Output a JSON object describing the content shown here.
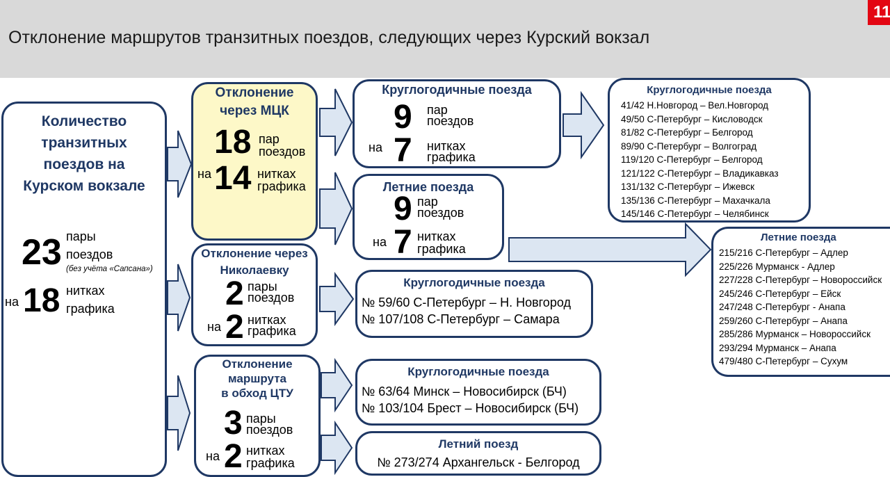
{
  "page": {
    "title": "Отклонение маршрутов транзитных поездов, следующих через Курский вокзал",
    "page_number": "11"
  },
  "total": {
    "heading": "Количество транзитных поездов на Курском вокзале",
    "pairs_number": "23",
    "pairs_word_1": "пары",
    "pairs_word_2": "поездов",
    "note": "(без учёта «Сапсана»)",
    "na": "на",
    "threads_number": "18",
    "threads_word_1": "нитках",
    "threads_word_2": "графика"
  },
  "mck": {
    "heading_1": "Отклонение",
    "heading_2": "через МЦК",
    "pairs_number": "18",
    "pairs_word_1": "пар",
    "pairs_word_2": "поездов",
    "na": "на",
    "threads_number": "14",
    "threads_word_1": "нитках",
    "threads_word_2": "графика"
  },
  "mck_yearround": {
    "heading": "Круглогодичные поезда",
    "pairs_number": "9",
    "pairs_word_1": "пар",
    "pairs_word_2": "поездов",
    "na": "на",
    "threads_number": "7",
    "threads_word_1": "нитках",
    "threads_word_2": "графика"
  },
  "mck_summer": {
    "heading": "Летние поезда",
    "pairs_number": "9",
    "pairs_word_1": "пар",
    "pairs_word_2": "поездов",
    "na": "на",
    "threads_number": "7",
    "threads_word_1": "нитках",
    "threads_word_2": "графика"
  },
  "yearround_list": {
    "heading": "Круглогодичные поезда",
    "items": [
      "41/42 Н.Новгород – Вел.Новгород",
      "49/50 С-Петербург – Кисловодск",
      "81/82 С-Петербург – Белгород",
      "89/90 С-Петербург – Волгоград",
      "119/120 С-Петербург – Белгород",
      "121/122 С-Петербург – Владикавказ",
      "131/132 С-Петербург – Ижевск",
      "135/136 С-Петербург – Махачкала",
      "145/146 С-Петербург – Челябинск"
    ]
  },
  "summer_list": {
    "heading": "Летние поезда",
    "items": [
      "215/216 С-Петербург – Адлер",
      "225/226 Мурманск - Адлер",
      "227/228 С-Петербург – Новороссийск",
      "245/246 С-Петербург – Ейск",
      "247/248 С-Петербург - Анапа",
      "259/260 С-Петербург – Анапа",
      "285/286 Мурманск – Новороссийск",
      "293/294 Мурманск – Анапа",
      "479/480 С-Петербург – Сухум"
    ]
  },
  "nikolaevka": {
    "heading": "Отклонение через Николаевку",
    "pairs_number": "2",
    "pairs_word_1": "пары",
    "pairs_word_2": "поездов",
    "na": "на",
    "threads_number": "2",
    "threads_word_1": "нитках",
    "threads_word_2": "графика"
  },
  "nikolaevka_trains": {
    "heading": "Круглогодичные поезда",
    "items": [
      "№ 59/60 С-Петербург – Н. Новгород",
      "№ 107/108 С-Петербург – Самара"
    ]
  },
  "ctu": {
    "heading_1": "Отклонение",
    "heading_2": "маршрута",
    "heading_3": "в обход ЦТУ",
    "pairs_number": "3",
    "pairs_word_1": "пары",
    "pairs_word_2": "поездов",
    "na": "на",
    "threads_number": "2",
    "threads_word_1": "нитках",
    "threads_word_2": "графика"
  },
  "ctu_yearround": {
    "heading": "Круглогодичные поезда",
    "items": [
      "№ 63/64 Минск – Новосибирск (БЧ)",
      "№ 103/104 Брест – Новосибирск (БЧ)"
    ]
  },
  "ctu_summer": {
    "heading": "Летний поезд",
    "items": [
      "№ 273/274 Архангельск - Белгород"
    ]
  },
  "colors": {
    "navy": "#1f3864",
    "arrow_fill": "#dce6f2",
    "arrow_stroke": "#1f3864",
    "header_bg": "#d9d9d9",
    "highlight_bg": "#fdf8c8",
    "page_badge": "#e30613"
  }
}
